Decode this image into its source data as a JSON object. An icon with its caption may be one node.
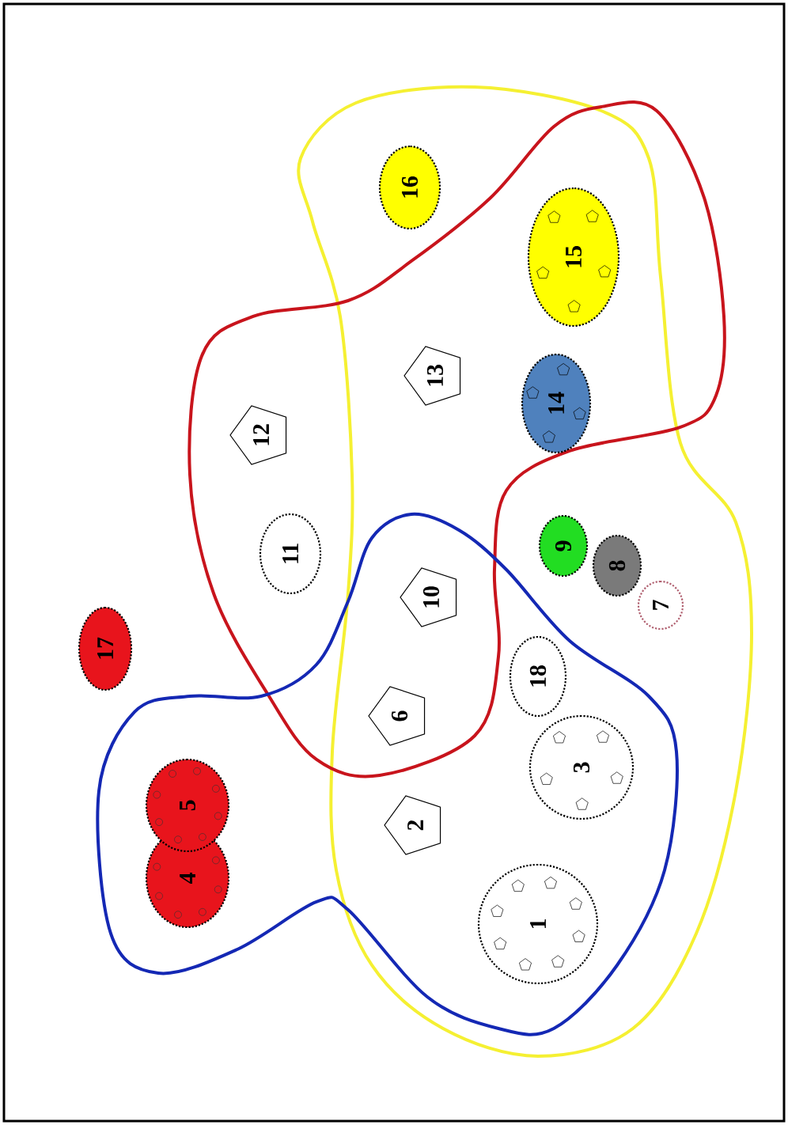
{
  "diagram": {
    "nodes": [
      {
        "text": [
          "1"
        ]
      },
      {
        "text": [
          "2"
        ]
      },
      {
        "text": [
          "3"
        ]
      },
      {
        "text": [
          "4"
        ]
      },
      {
        "text": [
          "5"
        ]
      },
      {
        "text": [
          "6"
        ]
      },
      {
        "text": [
          "7"
        ]
      },
      {
        "text": [
          "8"
        ]
      },
      {
        "text": [
          "9"
        ]
      },
      {
        "text": [
          "10"
        ]
      },
      {
        "text": [
          "11"
        ]
      },
      {
        "text": [
          "12"
        ]
      },
      {
        "text": [
          "13"
        ]
      },
      {
        "text": [
          "14"
        ]
      },
      {
        "text": [
          "15"
        ]
      },
      {
        "text": [
          "16"
        ]
      },
      {
        "text": [
          "17"
        ]
      },
      {
        "text": [
          "18"
        ]
      }
    ]
  }
}
